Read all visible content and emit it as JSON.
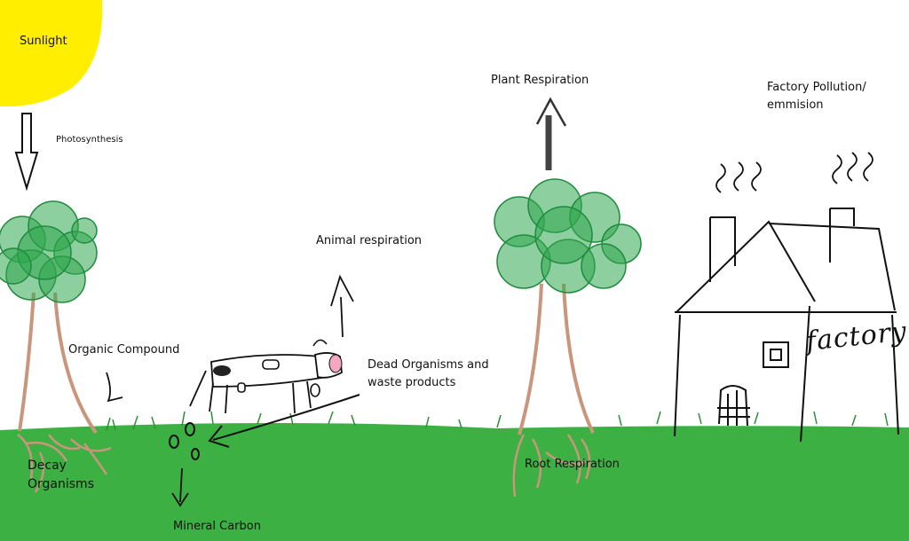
{
  "labels": {
    "sunlight": "Sunlight",
    "photosynthesis": "Photosynthesis",
    "plant_respiration": "Plant Respiration",
    "factory_pollution_line1": "Factory Pollution/",
    "factory_pollution_line2": "emmision",
    "animal_respiration": "Animal respiration",
    "organic_compound": "Organic Compound",
    "dead_organisms_line1": "Dead Organisms and",
    "dead_organisms_line2": "waste products",
    "decay_organisms_line1": "Decay",
    "decay_organisms_line2": "Organisms",
    "root_respiration": "Root Respiration",
    "mineral_carbon": "Mineral Carbon",
    "factory_sign": "factory"
  },
  "colors": {
    "sun": "#ffee00",
    "grass": "#3cb043",
    "tree_foliage": "#2fa84f",
    "trunk": "#d2a48a",
    "cow_nose": "#f4a7c0"
  }
}
